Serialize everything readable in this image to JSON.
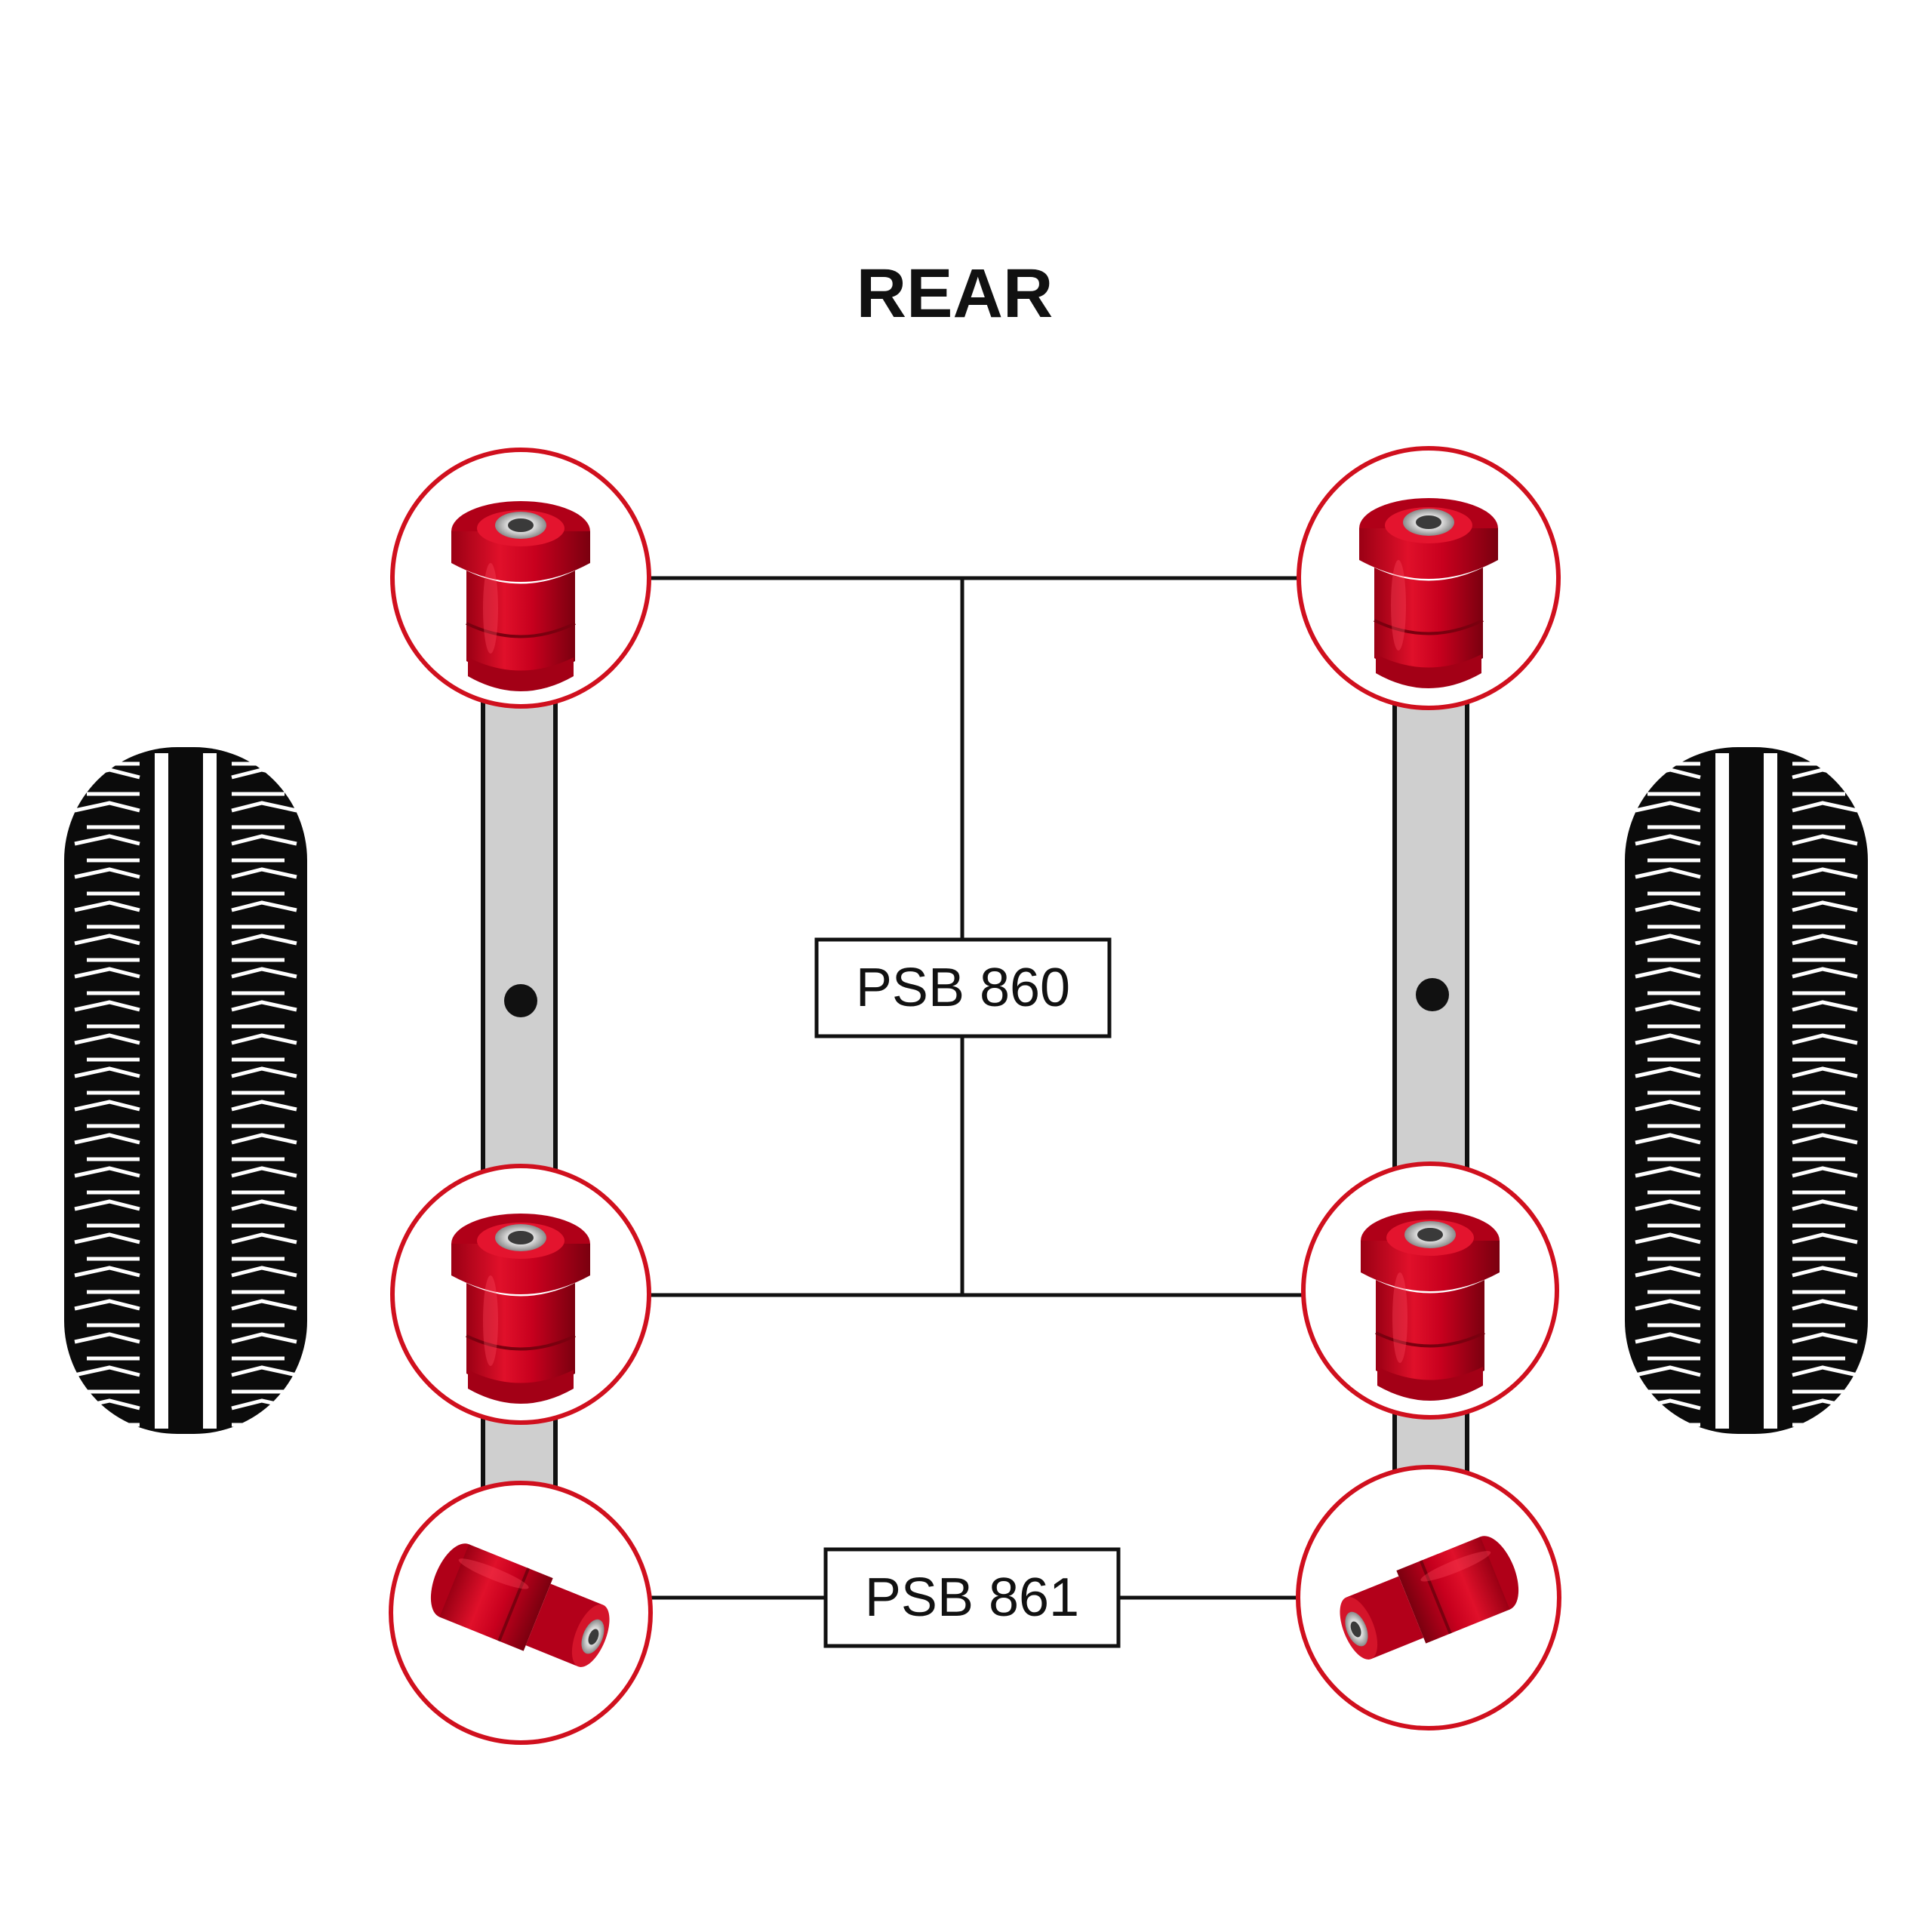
{
  "diagram": {
    "title": "REAR",
    "labels": {
      "front_bushes": "PSB 860",
      "rear_bushes": "PSB 861"
    },
    "colors": {
      "background": "#ffffff",
      "bush_red": "#c8001e",
      "bush_dark": "#8a0012",
      "ring_red": "#d0101e",
      "arm_grey": "#cfcfcf",
      "line": "#111111",
      "tyre": "#0b0b0b"
    },
    "icons": [
      "tyre-icon",
      "bush-icon",
      "pivot-dot-icon"
    ]
  }
}
